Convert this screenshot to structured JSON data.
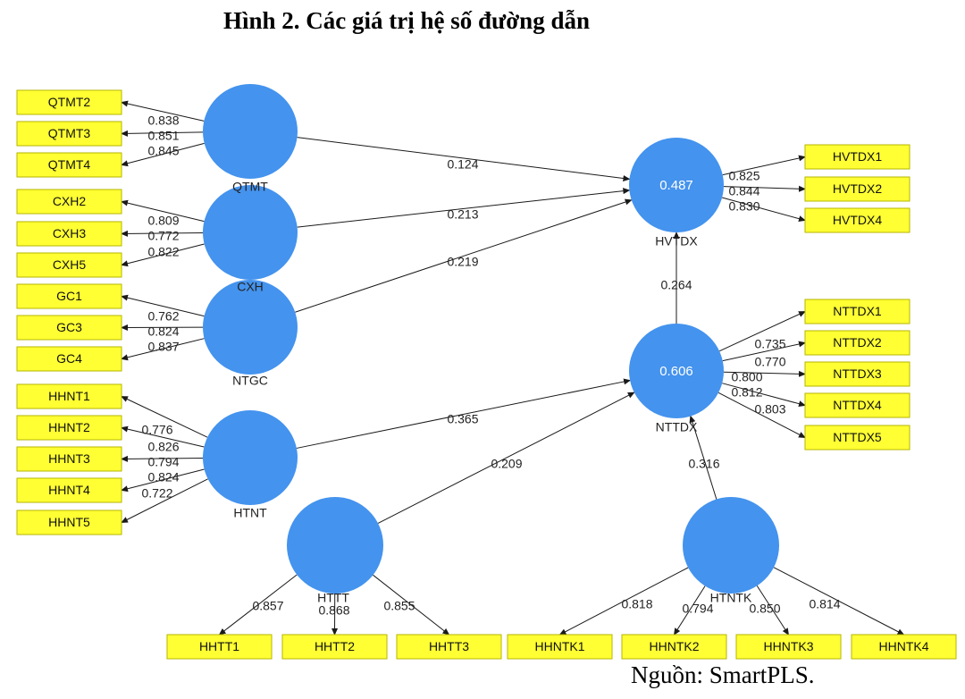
{
  "title": "Hình 2. Các giá trị hệ số đường dẫn",
  "source": "Nguồn: SmartPLS.",
  "latent": [
    {
      "id": "QTMT",
      "label": "QTMT",
      "r2": ""
    },
    {
      "id": "CXH",
      "label": "CXH",
      "r2": ""
    },
    {
      "id": "NTGC",
      "label": "NTGC",
      "r2": ""
    },
    {
      "id": "HTNT",
      "label": "HTNT",
      "r2": ""
    },
    {
      "id": "HTTT",
      "label": "HTTT",
      "r2": ""
    },
    {
      "id": "HTNTK",
      "label": "HTNTK",
      "r2": ""
    },
    {
      "id": "HVTDX",
      "label": "HVTDX",
      "r2": "0.487"
    },
    {
      "id": "NTTDX",
      "label": "NTTDX",
      "r2": "0.606"
    }
  ],
  "indicators": [
    {
      "id": "QTMT2",
      "label": "QTMT2"
    },
    {
      "id": "QTMT3",
      "label": "QTMT3"
    },
    {
      "id": "QTMT4",
      "label": "QTMT4"
    },
    {
      "id": "CXH2",
      "label": "CXH2"
    },
    {
      "id": "CXH3",
      "label": "CXH3"
    },
    {
      "id": "CXH5",
      "label": "CXH5"
    },
    {
      "id": "GC1",
      "label": "GC1"
    },
    {
      "id": "GC3",
      "label": "GC3"
    },
    {
      "id": "GC4",
      "label": "GC4"
    },
    {
      "id": "HHNT1",
      "label": "HHNT1"
    },
    {
      "id": "HHNT2",
      "label": "HHNT2"
    },
    {
      "id": "HHNT3",
      "label": "HHNT3"
    },
    {
      "id": "HHNT4",
      "label": "HHNT4"
    },
    {
      "id": "HHNT5",
      "label": "HHNT5"
    },
    {
      "id": "HVTDX1",
      "label": "HVTDX1"
    },
    {
      "id": "HVTDX2",
      "label": "HVTDX2"
    },
    {
      "id": "HVTDX4",
      "label": "HVTDX4"
    },
    {
      "id": "NTTDX1",
      "label": "NTTDX1"
    },
    {
      "id": "NTTDX2",
      "label": "NTTDX2"
    },
    {
      "id": "NTTDX3",
      "label": "NTTDX3"
    },
    {
      "id": "NTTDX4",
      "label": "NTTDX4"
    },
    {
      "id": "NTTDX5",
      "label": "NTTDX5"
    },
    {
      "id": "HHTT1",
      "label": "HHTT1"
    },
    {
      "id": "HHTT2",
      "label": "HHTT2"
    },
    {
      "id": "HHTT3",
      "label": "HHTT3"
    },
    {
      "id": "HHNTK1",
      "label": "HHNTK1"
    },
    {
      "id": "HHNTK2",
      "label": "HHNTK2"
    },
    {
      "id": "HHNTK3",
      "label": "HHNTK3"
    },
    {
      "id": "HHNTK4",
      "label": "HHNTK4"
    }
  ],
  "paths": [
    {
      "from": "QTMT",
      "to": "HVTDX",
      "value": "0.124"
    },
    {
      "from": "CXH",
      "to": "HVTDX",
      "value": "0.213"
    },
    {
      "from": "NTGC",
      "to": "HVTDX",
      "value": "0.219"
    },
    {
      "from": "NTTDX",
      "to": "HVTDX",
      "value": "0.264"
    },
    {
      "from": "HTNT",
      "to": "NTTDX",
      "value": "0.365"
    },
    {
      "from": "HTTT",
      "to": "NTTDX",
      "value": "0.209"
    },
    {
      "from": "HTNTK",
      "to": "NTTDX",
      "value": "0.316"
    }
  ],
  "loadings": [
    {
      "from": "QTMT",
      "to": "QTMT2",
      "value": "0.838"
    },
    {
      "from": "QTMT",
      "to": "QTMT3",
      "value": "0.851"
    },
    {
      "from": "QTMT",
      "to": "QTMT4",
      "value": "0.845"
    },
    {
      "from": "CXH",
      "to": "CXH2",
      "value": "0.809"
    },
    {
      "from": "CXH",
      "to": "CXH3",
      "value": "0.772"
    },
    {
      "from": "CXH",
      "to": "CXH5",
      "value": "0.822"
    },
    {
      "from": "NTGC",
      "to": "GC1",
      "value": "0.762"
    },
    {
      "from": "NTGC",
      "to": "GC3",
      "value": "0.824"
    },
    {
      "from": "NTGC",
      "to": "GC4",
      "value": "0.837"
    },
    {
      "from": "HTNT",
      "to": "HHNT1",
      "value": "0.776"
    },
    {
      "from": "HTNT",
      "to": "HHNT2",
      "value": "0.826"
    },
    {
      "from": "HTNT",
      "to": "HHNT3",
      "value": "0.794"
    },
    {
      "from": "HTNT",
      "to": "HHNT4",
      "value": "0.824"
    },
    {
      "from": "HTNT",
      "to": "HHNT5",
      "value": "0.722"
    },
    {
      "from": "HVTDX",
      "to": "HVTDX1",
      "value": "0.825"
    },
    {
      "from": "HVTDX",
      "to": "HVTDX2",
      "value": "0.844"
    },
    {
      "from": "HVTDX",
      "to": "HVTDX4",
      "value": "0.830"
    },
    {
      "from": "NTTDX",
      "to": "NTTDX1",
      "value": "0.735"
    },
    {
      "from": "NTTDX",
      "to": "NTTDX2",
      "value": "0.770"
    },
    {
      "from": "NTTDX",
      "to": "NTTDX3",
      "value": "0.800"
    },
    {
      "from": "NTTDX",
      "to": "NTTDX4",
      "value": "0.812"
    },
    {
      "from": "NTTDX",
      "to": "NTTDX5",
      "value": "0.803"
    },
    {
      "from": "HTTT",
      "to": "HHTT1",
      "value": "0.857"
    },
    {
      "from": "HTTT",
      "to": "HHTT2",
      "value": "0.868"
    },
    {
      "from": "HTTT",
      "to": "HHTT3",
      "value": "0.855"
    },
    {
      "from": "HTNTK",
      "to": "HHNTK1",
      "value": "0.818"
    },
    {
      "from": "HTNTK",
      "to": "HHNTK2",
      "value": "0.794"
    },
    {
      "from": "HTNTK",
      "to": "HHNTK3",
      "value": "0.850"
    },
    {
      "from": "HTNTK",
      "to": "HHNTK4",
      "value": "0.814"
    }
  ],
  "colors": {
    "latent": "#4493ee",
    "indicator": "#ffff33",
    "edge": "#1a1a1a"
  }
}
